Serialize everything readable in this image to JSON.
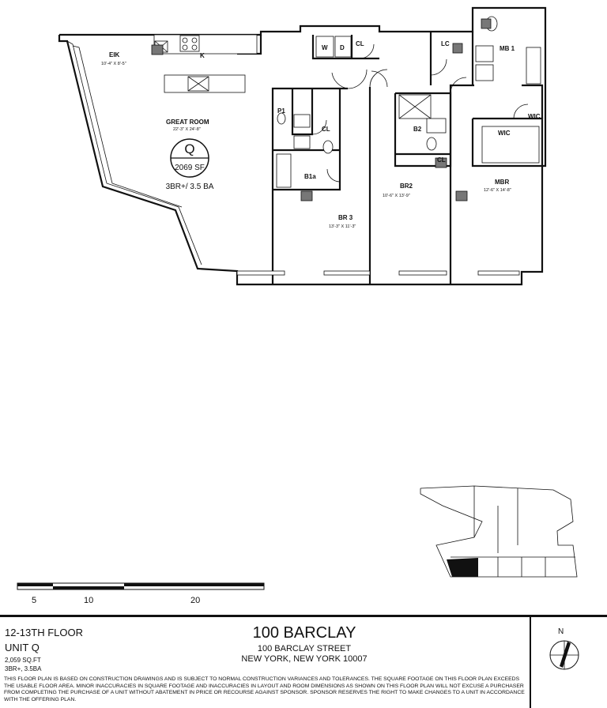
{
  "rooms": {
    "eik": {
      "name": "EIK",
      "dim": "10'-4\" X 8'-5\""
    },
    "kitchen": "K",
    "great_room": {
      "name": "GREAT ROOM",
      "dim": "22'-3\" X 24'-8\""
    },
    "washer": "W",
    "dryer": "D",
    "closet_cl": "CL",
    "linen_closet": "LC",
    "master_bath": "MB 1",
    "powder_room": "P1",
    "bath_b1a": "B1a",
    "bath_b2": "B2",
    "walk_in_closet": "WIC",
    "walk_in_closet_small": "WIC",
    "br3": {
      "name": "BR 3",
      "dim": "13'-3\" X 11'-3\""
    },
    "br2": {
      "name": "BR2",
      "dim": "10'-6\" X 13'-9\""
    },
    "mbr": {
      "name": "MBR",
      "dim": "12'-6\" X 14'-8\""
    }
  },
  "unit_badge": {
    "letter": "Q",
    "area": "2069 SF",
    "config": "3BR+/ 3.5 BA"
  },
  "scale": {
    "labels": [
      "5",
      "10",
      "20"
    ]
  },
  "footer": {
    "floor": "12-13TH FLOOR",
    "unit": "UNIT Q",
    "sqft": "2,059 SQ.FT",
    "config": "3BR+, 3.5BA",
    "building": "100 BARCLAY",
    "street": "100 BARCLAY STREET",
    "city": "NEW YORK, NEW YORK 10007",
    "disclaimer": "THIS FLOOR PLAN IS BASED ON CONSTRUCTION DRAWINGS AND IS SUBJECT TO NORMAL CONSTRUCTION VARIANCES AND TOLERANCES. THE SQUARE FOOTAGE ON THIS FLOOR PLAN EXCEEDS THE USABLE FLOOR AREA. MINOR INACCURACIES IN SQUARE FOOTAGE AND INACCURACIES IN LAYOUT AND ROOM DIMENSIONS AS SHOWN ON THIS FLOOR PLAN WILL NOT EXCUSE A PURCHASER FROM COMPLETING THE PURCHASE OF A UNIT WITHOUT ABATEMENT IN PRICE OR RECOURSE AGAINST SPONSOR. SPONSOR RESERVES THE RIGHT TO MAKE CHANGES TO A UNIT IN ACCORDANCE WITH THE OFFERING PLAN.",
    "north": "N"
  }
}
